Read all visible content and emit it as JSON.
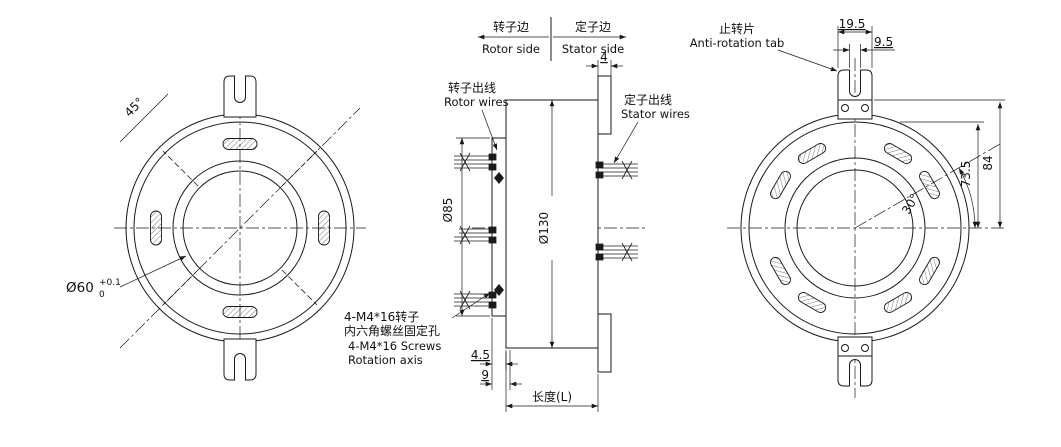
{
  "drawing": {
    "left_view": {
      "angle_dim": "45°",
      "bore_dim": "Ø60",
      "bore_tol_upper": "+0.1",
      "bore_tol_lower": "0"
    },
    "middle_view": {
      "rotor_side_cn": "转子边",
      "rotor_side_en": "Rotor side",
      "stator_side_cn": "定子边",
      "stator_side_en": "Stator side",
      "rotor_wires_cn": "转子出线",
      "rotor_wires_en": "Rotor wires",
      "stator_wires_cn": "定子出线",
      "stator_wires_en": "Stator wires",
      "flange_thickness_dim": "4",
      "rotor_circle_dim": "Ø85",
      "body_dia_dim": "Ø130",
      "screw_note_cn_line1": "4-M4*16转子",
      "screw_note_cn_line2": "内六角螺丝固定孔",
      "screw_note_en_line1": "4-M4*16 Screws",
      "screw_note_en_line2": "Rotation axis",
      "plate_offset_dim": "4.5",
      "plate_depth_dim": "9",
      "length_dim": "长度(L)"
    },
    "right_view": {
      "tab_label_cn": "止转片",
      "tab_label_en": "Anti-rotation tab",
      "tab_width_dim": "19.5",
      "tab_slot_dim": "9.5",
      "height_dim": "84",
      "radius_dim": "73.5",
      "slot_angle_dim": "30°"
    }
  }
}
